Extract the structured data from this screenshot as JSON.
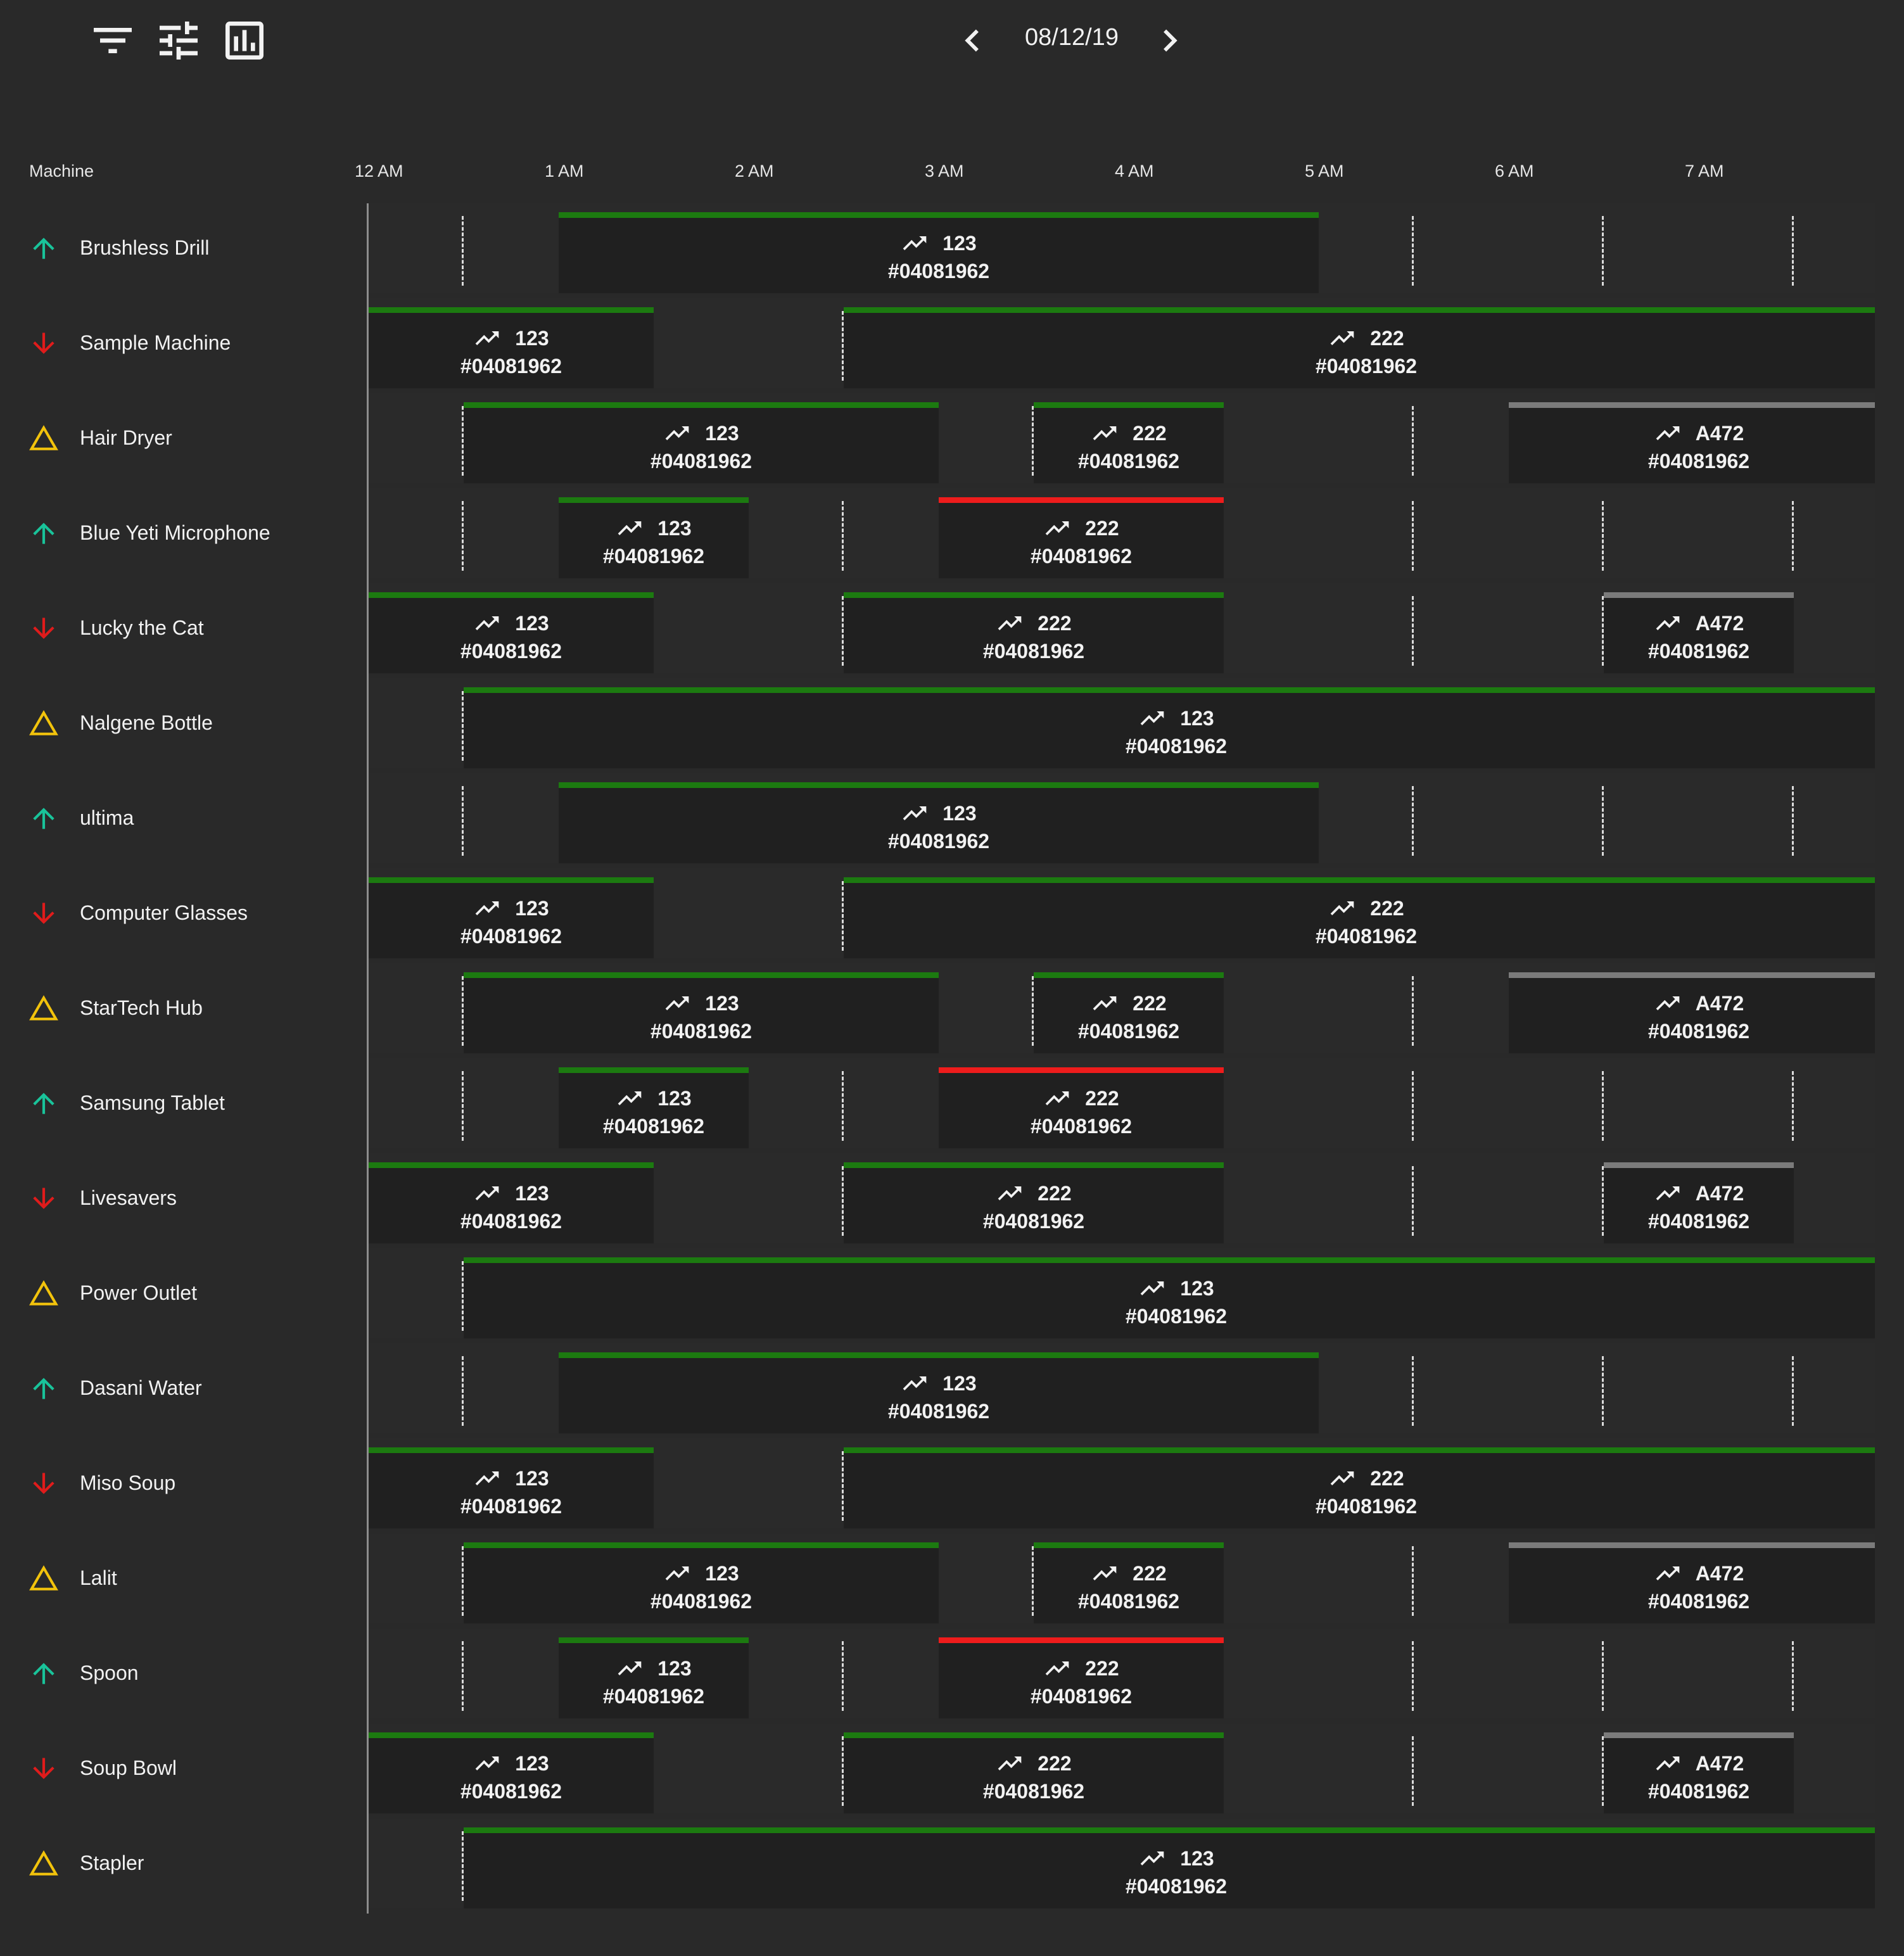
{
  "toolbar": {
    "buttons": [
      {
        "name": "filter-icon"
      },
      {
        "name": "tune-icon"
      },
      {
        "name": "bar-chart-icon"
      }
    ]
  },
  "date_nav": {
    "date": "08/12/19",
    "prev_icon": "chevron-left-icon",
    "next_icon": "chevron-right-icon"
  },
  "table": {
    "machine_header": "Machine",
    "time_labels": [
      "12 AM",
      "1 AM",
      "2 AM",
      "3 AM",
      "4 AM",
      "5 AM",
      "6 AM",
      "7 AM"
    ]
  },
  "colors": {
    "background": "#292929",
    "block": "#202020",
    "running": "#1c7a10",
    "alert": "#ee1c1c",
    "idle": "#7b7b7b",
    "status_up": "#19c39a",
    "status_down": "#e01b1b",
    "status_warning": "#f2c30c"
  },
  "rows": [
    {
      "machine": "Brushless Drill",
      "status": "up",
      "jobs": [
        {
          "start": 1.0,
          "end": 5.0,
          "code": "123",
          "wo": "#04081962",
          "state": "running"
        }
      ]
    },
    {
      "machine": "Sample Machine",
      "status": "down",
      "jobs": [
        {
          "start": 0.0,
          "end": 1.5,
          "code": "123",
          "wo": "#04081962",
          "state": "running"
        },
        {
          "start": 2.5,
          "end": 8.0,
          "code": "222",
          "wo": "#04081962",
          "state": "running"
        }
      ]
    },
    {
      "machine": "Hair Dryer",
      "status": "warning",
      "jobs": [
        {
          "start": 0.5,
          "end": 3.0,
          "code": "123",
          "wo": "#04081962",
          "state": "running"
        },
        {
          "start": 3.5,
          "end": 4.5,
          "code": "222",
          "wo": "#04081962",
          "state": "running"
        },
        {
          "start": 6.0,
          "end": 8.0,
          "code": "A472",
          "wo": "#04081962",
          "state": "idle"
        }
      ]
    },
    {
      "machine": "Blue Yeti Microphone",
      "status": "up",
      "jobs": [
        {
          "start": 1.0,
          "end": 2.0,
          "code": "123",
          "wo": "#04081962",
          "state": "running"
        },
        {
          "start": 3.0,
          "end": 4.5,
          "code": "222",
          "wo": "#04081962",
          "state": "alert"
        }
      ]
    },
    {
      "machine": "Lucky the Cat",
      "status": "down",
      "jobs": [
        {
          "start": 0.0,
          "end": 1.5,
          "code": "123",
          "wo": "#04081962",
          "state": "running"
        },
        {
          "start": 2.5,
          "end": 4.5,
          "code": "222",
          "wo": "#04081962",
          "state": "running"
        },
        {
          "start": 6.5,
          "end": 7.5,
          "code": "A472",
          "wo": "#04081962",
          "state": "idle"
        }
      ]
    },
    {
      "machine": "Nalgene Bottle",
      "status": "warning",
      "jobs": [
        {
          "start": 0.5,
          "end": 8.0,
          "code": "123",
          "wo": "#04081962",
          "state": "running"
        }
      ]
    },
    {
      "machine": "ultima",
      "status": "up",
      "jobs": [
        {
          "start": 1.0,
          "end": 5.0,
          "code": "123",
          "wo": "#04081962",
          "state": "running"
        }
      ]
    },
    {
      "machine": "Computer Glasses",
      "status": "down",
      "jobs": [
        {
          "start": 0.0,
          "end": 1.5,
          "code": "123",
          "wo": "#04081962",
          "state": "running"
        },
        {
          "start": 2.5,
          "end": 8.0,
          "code": "222",
          "wo": "#04081962",
          "state": "running"
        }
      ]
    },
    {
      "machine": "StarTech Hub",
      "status": "warning",
      "jobs": [
        {
          "start": 0.5,
          "end": 3.0,
          "code": "123",
          "wo": "#04081962",
          "state": "running"
        },
        {
          "start": 3.5,
          "end": 4.5,
          "code": "222",
          "wo": "#04081962",
          "state": "running"
        },
        {
          "start": 6.0,
          "end": 8.0,
          "code": "A472",
          "wo": "#04081962",
          "state": "idle"
        }
      ]
    },
    {
      "machine": "Samsung Tablet",
      "status": "up",
      "jobs": [
        {
          "start": 1.0,
          "end": 2.0,
          "code": "123",
          "wo": "#04081962",
          "state": "running"
        },
        {
          "start": 3.0,
          "end": 4.5,
          "code": "222",
          "wo": "#04081962",
          "state": "alert"
        }
      ]
    },
    {
      "machine": "Livesavers",
      "status": "down",
      "jobs": [
        {
          "start": 0.0,
          "end": 1.5,
          "code": "123",
          "wo": "#04081962",
          "state": "running"
        },
        {
          "start": 2.5,
          "end": 4.5,
          "code": "222",
          "wo": "#04081962",
          "state": "running"
        },
        {
          "start": 6.5,
          "end": 7.5,
          "code": "A472",
          "wo": "#04081962",
          "state": "idle"
        }
      ]
    },
    {
      "machine": "Power Outlet",
      "status": "warning",
      "jobs": [
        {
          "start": 0.5,
          "end": 8.0,
          "code": "123",
          "wo": "#04081962",
          "state": "running"
        }
      ]
    },
    {
      "machine": "Dasani Water",
      "status": "up",
      "jobs": [
        {
          "start": 1.0,
          "end": 5.0,
          "code": "123",
          "wo": "#04081962",
          "state": "running"
        }
      ]
    },
    {
      "machine": "Miso Soup",
      "status": "down",
      "jobs": [
        {
          "start": 0.0,
          "end": 1.5,
          "code": "123",
          "wo": "#04081962",
          "state": "running"
        },
        {
          "start": 2.5,
          "end": 8.0,
          "code": "222",
          "wo": "#04081962",
          "state": "running"
        }
      ]
    },
    {
      "machine": "Lalit",
      "status": "warning",
      "jobs": [
        {
          "start": 0.5,
          "end": 3.0,
          "code": "123",
          "wo": "#04081962",
          "state": "running"
        },
        {
          "start": 3.5,
          "end": 4.5,
          "code": "222",
          "wo": "#04081962",
          "state": "running"
        },
        {
          "start": 6.0,
          "end": 8.0,
          "code": "A472",
          "wo": "#04081962",
          "state": "idle"
        }
      ]
    },
    {
      "machine": "Spoon",
      "status": "up",
      "jobs": [
        {
          "start": 1.0,
          "end": 2.0,
          "code": "123",
          "wo": "#04081962",
          "state": "running"
        },
        {
          "start": 3.0,
          "end": 4.5,
          "code": "222",
          "wo": "#04081962",
          "state": "alert"
        }
      ]
    },
    {
      "machine": "Soup Bowl",
      "status": "down",
      "jobs": [
        {
          "start": 0.0,
          "end": 1.5,
          "code": "123",
          "wo": "#04081962",
          "state": "running"
        },
        {
          "start": 2.5,
          "end": 4.5,
          "code": "222",
          "wo": "#04081962",
          "state": "running"
        },
        {
          "start": 6.5,
          "end": 7.5,
          "code": "A472",
          "wo": "#04081962",
          "state": "idle"
        }
      ]
    },
    {
      "machine": "Stapler",
      "status": "warning",
      "jobs": [
        {
          "start": 0.5,
          "end": 8.0,
          "code": "123",
          "wo": "#04081962",
          "state": "running"
        }
      ]
    }
  ]
}
